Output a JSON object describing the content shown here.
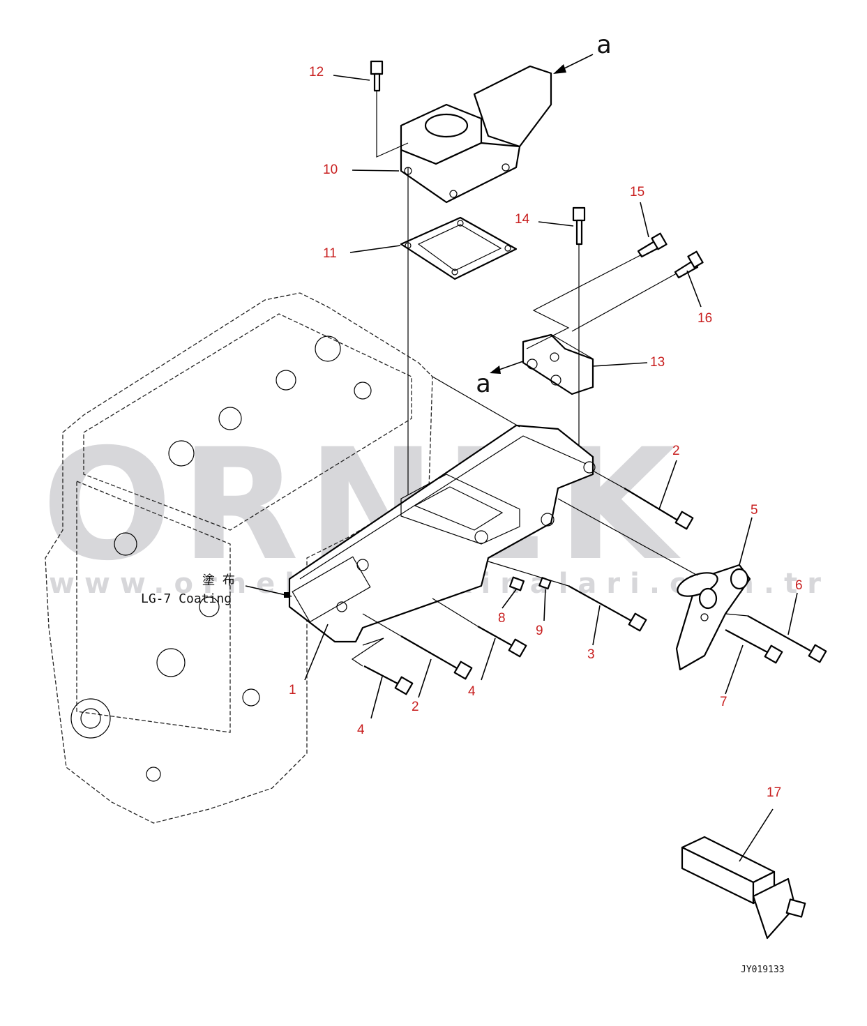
{
  "diagram": {
    "watermark": {
      "brand": "ORNEK",
      "url": "www.orneksismakinalari.com.tr"
    },
    "annotations": {
      "view_marker_top": "a",
      "view_marker_bracket": "a",
      "coating_jp": "塗 布",
      "coating_en": "LG-7 Coating",
      "drawing_code": "JY019133"
    },
    "callouts": [
      {
        "id": "c12",
        "label": "12"
      },
      {
        "id": "c10",
        "label": "10"
      },
      {
        "id": "c11",
        "label": "11"
      },
      {
        "id": "c14",
        "label": "14"
      },
      {
        "id": "c15",
        "label": "15"
      },
      {
        "id": "c16",
        "label": "16"
      },
      {
        "id": "c13",
        "label": "13"
      },
      {
        "id": "c2a",
        "label": "2"
      },
      {
        "id": "c5",
        "label": "5"
      },
      {
        "id": "c6",
        "label": "6"
      },
      {
        "id": "c8",
        "label": "8"
      },
      {
        "id": "c9",
        "label": "9"
      },
      {
        "id": "c3",
        "label": "3"
      },
      {
        "id": "c7",
        "label": "7"
      },
      {
        "id": "c1",
        "label": "1"
      },
      {
        "id": "c4a",
        "label": "4"
      },
      {
        "id": "c2b",
        "label": "2"
      },
      {
        "id": "c4b",
        "label": "4"
      },
      {
        "id": "c17",
        "label": "17"
      }
    ],
    "colors": {
      "callout": "#c81e1e",
      "line": "#000000",
      "watermark": "#c8c8cc"
    }
  }
}
